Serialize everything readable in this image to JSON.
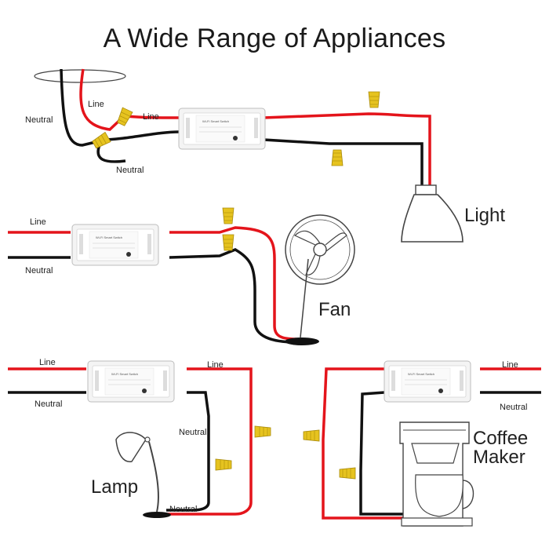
{
  "title": "A Wide Range of Appliances",
  "labels": {
    "line": "Line",
    "neutral": "Neutral",
    "light": "Light",
    "fan": "Fan",
    "lamp": "Lamp",
    "coffee_line1": "Coffee",
    "coffee_line2": "Maker"
  },
  "switch_label": "Wi-Fi Smart Switch",
  "colors": {
    "live": "#e4141b",
    "neutral": "#111111",
    "connector": "#e6c31f",
    "switch_body": "#f2f2f2"
  }
}
